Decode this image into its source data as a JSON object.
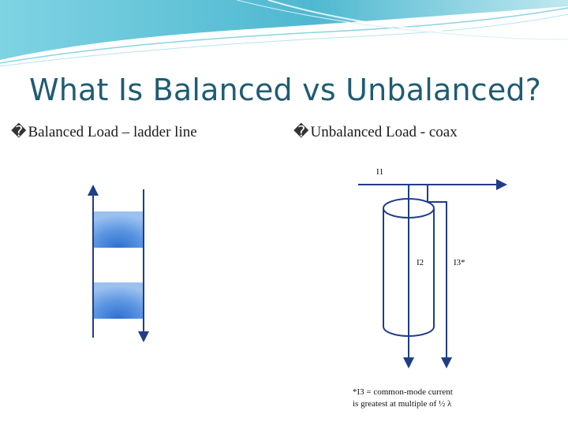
{
  "title": "What Is Balanced vs Unbalanced?",
  "bullets": {
    "glyph": "�",
    "left": "Balanced Load – ladder line",
    "right": "Unbalanced Load - coax"
  },
  "labels": {
    "i1": "I1",
    "i2": "I2",
    "i3": "I3*"
  },
  "footnote": {
    "line1": "*I3 = common-mode current",
    "line2": "is greatest at multiple of ½ λ"
  },
  "colors": {
    "title": "#1f5c73",
    "banner": "#5fc4d8",
    "load_fill": "#4a86d8",
    "wire": "#1f3d8a"
  }
}
